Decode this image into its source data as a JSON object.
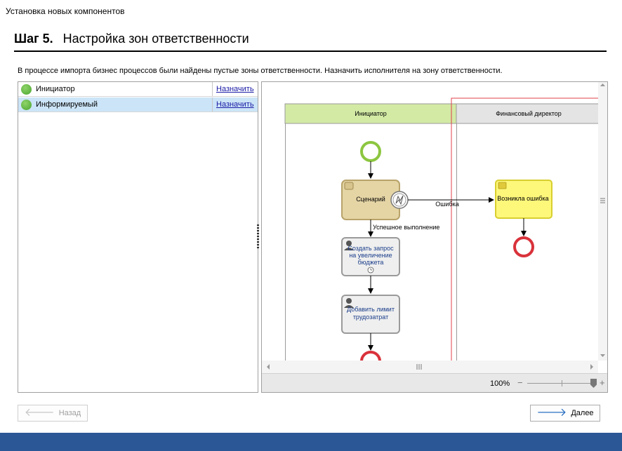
{
  "window": {
    "title": "Установка новых компонентов"
  },
  "step": {
    "number": "Шаг 5.",
    "title": "Настройка зон ответственности"
  },
  "description": "В процессе импорта бизнес процессов были найдены пустые зоны ответственности. Назначить исполнителя на зону ответственности.",
  "roles": [
    {
      "name": "Инициатор",
      "action": "Назначить",
      "selected": false
    },
    {
      "name": "Информируемый",
      "action": "Назначить",
      "selected": true
    }
  ],
  "diagram": {
    "lanes": [
      "Инициатор",
      "Финансовый директор"
    ],
    "script_task": "Сценарий",
    "error_label": "Ошибка",
    "error_task": "Возникла ошибка",
    "success_label": "Успешное выполнение",
    "user_task_1": [
      "Создать запрос",
      "на увеличение",
      "бюджета"
    ],
    "user_task_2": [
      "Добавить лимит",
      "трудозатрат"
    ]
  },
  "zoom": {
    "level": "100%",
    "minus": "−",
    "plus": "+"
  },
  "buttons": {
    "back": "Назад",
    "next": "Далее",
    "back_arrow": "🡐",
    "next_arrow": "🡒"
  },
  "colors": {
    "lane_initiator": "#d3eaa5",
    "lane_finance": "#e4e4e4",
    "start_event": "#8cc63f",
    "end_event": "#d9323b",
    "script_task": "#e5d5a5",
    "error_task": "#fdf77a",
    "user_task": "#efefef",
    "footer": "#2b5797"
  }
}
